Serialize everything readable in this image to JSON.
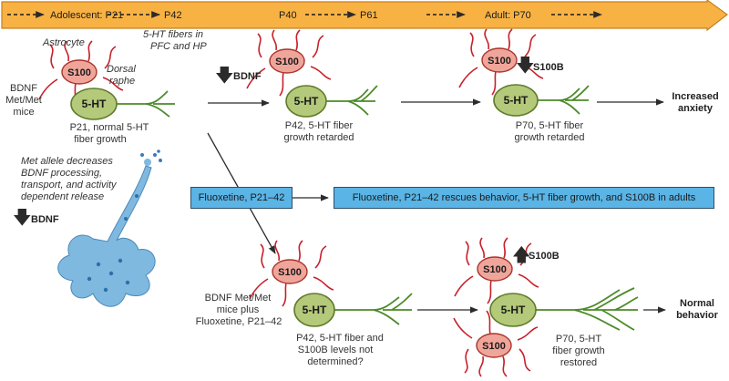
{
  "timeline": {
    "adolescent": "Adolescent: P21",
    "p42": "P42",
    "p40": "P40",
    "p61": "P61",
    "adult": "Adult: P70"
  },
  "labels": {
    "s100": "S100",
    "five_ht": "5-HT",
    "astrocyte": "Astrocyte",
    "dorsal": "Dorsal",
    "raphe": "raphe",
    "fibers_line1": "5-HT fibers in",
    "fibers_line2": "PFC and HP",
    "mice_line1": "BDNF",
    "mice_line2": "Met/Met",
    "mice_line3": "mice",
    "bdnf_down": "BDNF",
    "s100b_down": "S100B",
    "s100b_up": "S100B",
    "p21_cap1": "P21, normal 5-HT",
    "p21_cap2": "fiber growth",
    "p42_cap1": "P42, 5-HT fiber",
    "p42_cap2": "growth retarded",
    "p70_cap1": "P70, 5-HT fiber",
    "p70_cap2": "growth retarded",
    "increased1": "Increased",
    "increased2": "anxiety",
    "met_line1": "Met allele decreases",
    "met_line2": "BDNF processing,",
    "met_line3": "transport, and activity",
    "met_line4": "dependent release",
    "neuron_bdnf": "BDNF",
    "flx_box": "Fluoxetine, P21–42",
    "rescue_box": "Fluoxetine, P21–42 rescues behavior, 5-HT fiber growth, and S100B in adults",
    "plus_line1": "BDNF Met/Met",
    "plus_line2": "mice plus",
    "plus_line3": "Fluoxetine, P21–42",
    "p42b_cap1": "P42, 5-HT fiber and",
    "p42b_cap2": "S100B levels not",
    "p42b_cap3": "determined?",
    "p70b_cap1": "P70, 5-HT",
    "p70b_cap2": "fiber growth",
    "p70b_cap3": "restored",
    "normal1": "Normal",
    "normal2": "behavior"
  },
  "colors": {
    "timeline_fill": "#f8b244",
    "timeline_stroke": "#c8801e",
    "s100_fill": "#f0a59a",
    "s100_stroke": "#a8352c",
    "astro_process": "#c8202b",
    "ht_fill": "#b4c97a",
    "ht_stroke": "#5e7b2a",
    "fiber": "#4d8a2a",
    "box_fill": "#5ab4e5",
    "neuron": "#7fb9e0"
  }
}
